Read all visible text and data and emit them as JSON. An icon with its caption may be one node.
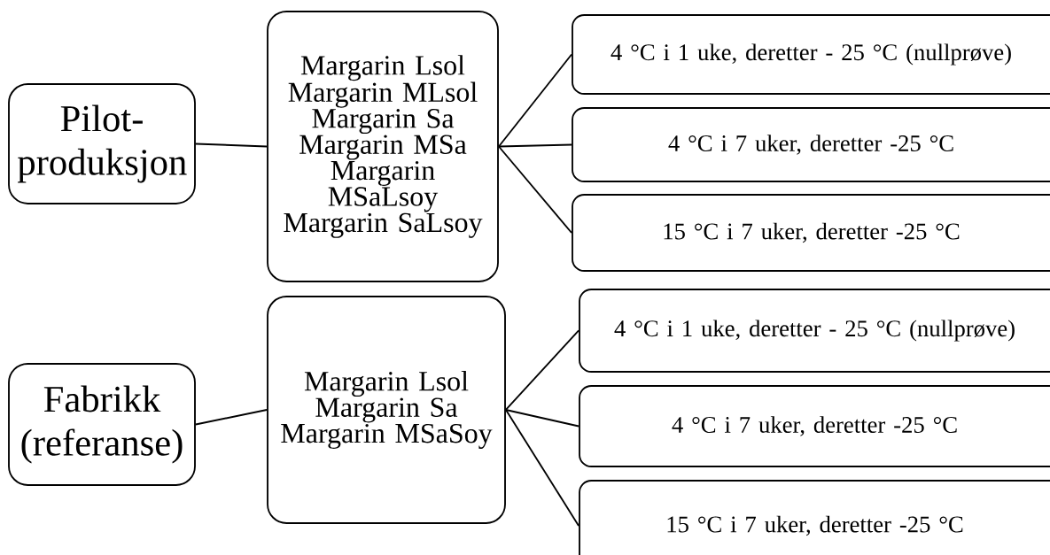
{
  "diagram": {
    "nodes": [
      {
        "text": [
          "Pilot- produksjon"
        ]
      },
      {
        "text": [
          "Margarin Lsol",
          "Margarin MLsol",
          "Margarin Sa",
          "Margarin MSa",
          "Margarin MSaLsoy",
          "Margarin SaLsoy"
        ]
      },
      {
        "text": [
          "4 °C i 1 uke, deretter - 25 °C (nullprøve)"
        ]
      },
      {
        "text": [
          "4 °C i 7 uker, deretter -25 °C"
        ]
      },
      {
        "text": [
          "15 °C i 7 uker, deretter -25 °C"
        ]
      },
      {
        "text": [
          "Fabrikk (referanse)"
        ]
      },
      {
        "text": [
          "Margarin Lsol",
          "Margarin Sa",
          "Margarin MSaSoy"
        ]
      },
      {
        "text": [
          "4 °C i 1 uke, deretter - 25 °C (nullprøve)"
        ]
      },
      {
        "text": [
          "4 °C i 7 uker, deretter -25 °C"
        ]
      },
      {
        "text": [
          "15 °C i 7 uker, deretter -25 °C"
        ]
      }
    ],
    "edges": [
      {
        "from": 0,
        "to": 1,
        "arrow": "none"
      },
      {
        "from": 1,
        "to": 2,
        "arrow": "none"
      },
      {
        "from": 1,
        "to": 3,
        "arrow": "none"
      },
      {
        "from": 1,
        "to": 4,
        "arrow": "none"
      },
      {
        "from": 5,
        "to": 6,
        "arrow": "none"
      },
      {
        "from": 6,
        "to": 7,
        "arrow": "none"
      },
      {
        "from": 6,
        "to": 8,
        "arrow": "none"
      },
      {
        "from": 6,
        "to": 9,
        "arrow": "none"
      }
    ]
  }
}
